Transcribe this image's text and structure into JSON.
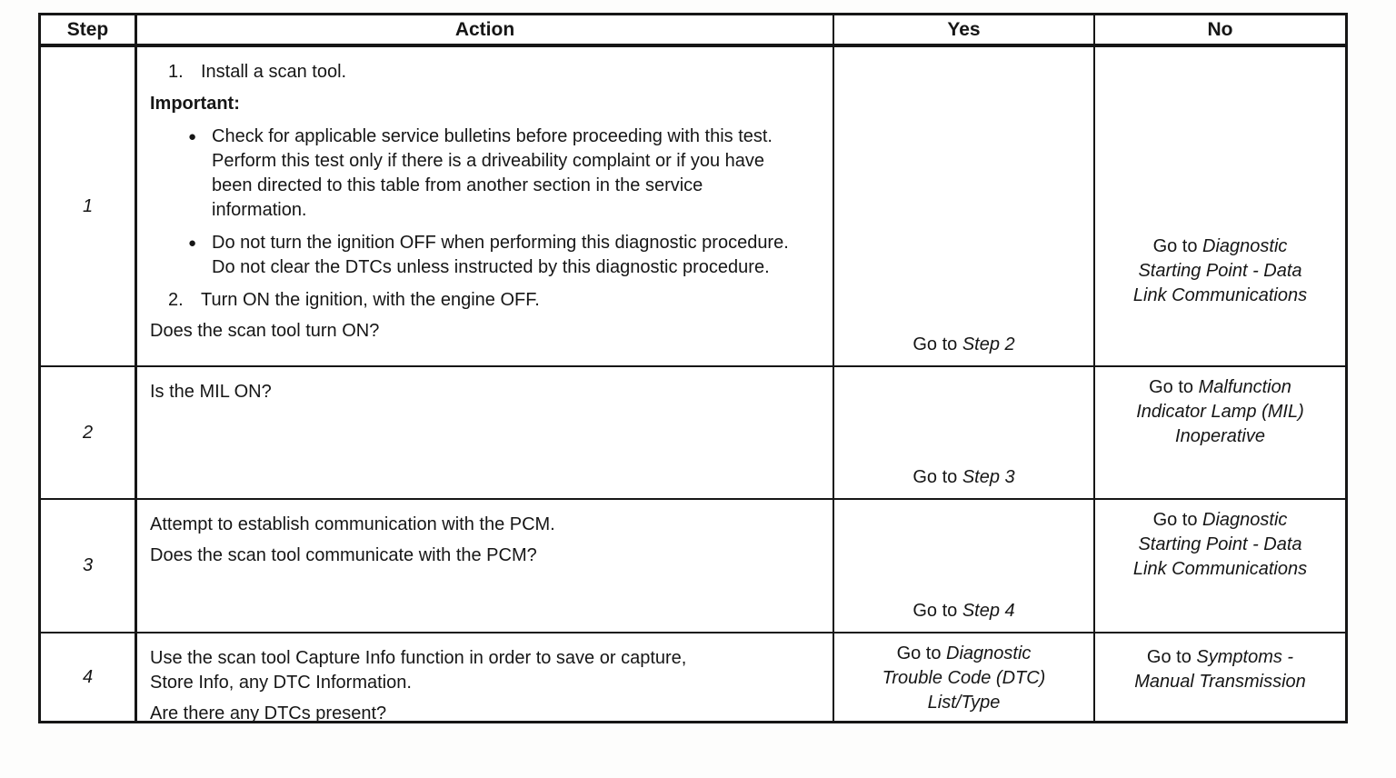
{
  "table": {
    "headers": {
      "step": "Step",
      "action": "Action",
      "yes": "Yes",
      "no": "No"
    },
    "rows": [
      {
        "step": "1",
        "action": {
          "item1_number": "1.",
          "item1_text": "Install a scan tool.",
          "important_label": "Important:",
          "bullet1": "Check for applicable service bulletins before proceeding with this test. Perform this test only if there is a driveability complaint or if you have been directed to this table from another section in the service information.",
          "bullet2": "Do not turn the ignition OFF when performing this diagnostic procedure. Do not clear the DTCs unless instructed by this diagnostic procedure.",
          "item2_number": "2.",
          "item2_text": "Turn ON the ignition, with the engine OFF.",
          "question": "Does the scan tool turn ON?"
        },
        "yes": {
          "prefix": "Go to ",
          "target": "Step 2"
        },
        "no": {
          "prefix": "Go to ",
          "target": "Diagnostic Starting Point - Data Link Communications"
        }
      },
      {
        "step": "2",
        "action": {
          "question": "Is the MIL ON?"
        },
        "yes": {
          "prefix": "Go to ",
          "target": "Step 3"
        },
        "no": {
          "prefix": "Go to ",
          "target": "Malfunction Indicator Lamp (MIL) Inoperative"
        }
      },
      {
        "step": "3",
        "action": {
          "line1": "Attempt to establish communication with the PCM.",
          "question": "Does the scan tool communicate with the PCM?"
        },
        "yes": {
          "prefix": "Go to ",
          "target": "Step 4"
        },
        "no": {
          "prefix": "Go to ",
          "target": "Diagnostic Starting Point - Data Link Communications"
        }
      },
      {
        "step": "4",
        "action": {
          "line1": "Use the scan tool Capture Info function in order to save or capture, Store Info, any DTC Information.",
          "question": "Are there any DTCs present?"
        },
        "yes": {
          "prefix": "Go to ",
          "target": "Diagnostic Trouble Code (DTC) List/Type"
        },
        "no": {
          "prefix": "Go to ",
          "target": "Symptoms - Manual Transmission"
        }
      }
    ]
  },
  "colors": {
    "border": "#161616",
    "text": "#161616",
    "background": "#ffffff"
  }
}
